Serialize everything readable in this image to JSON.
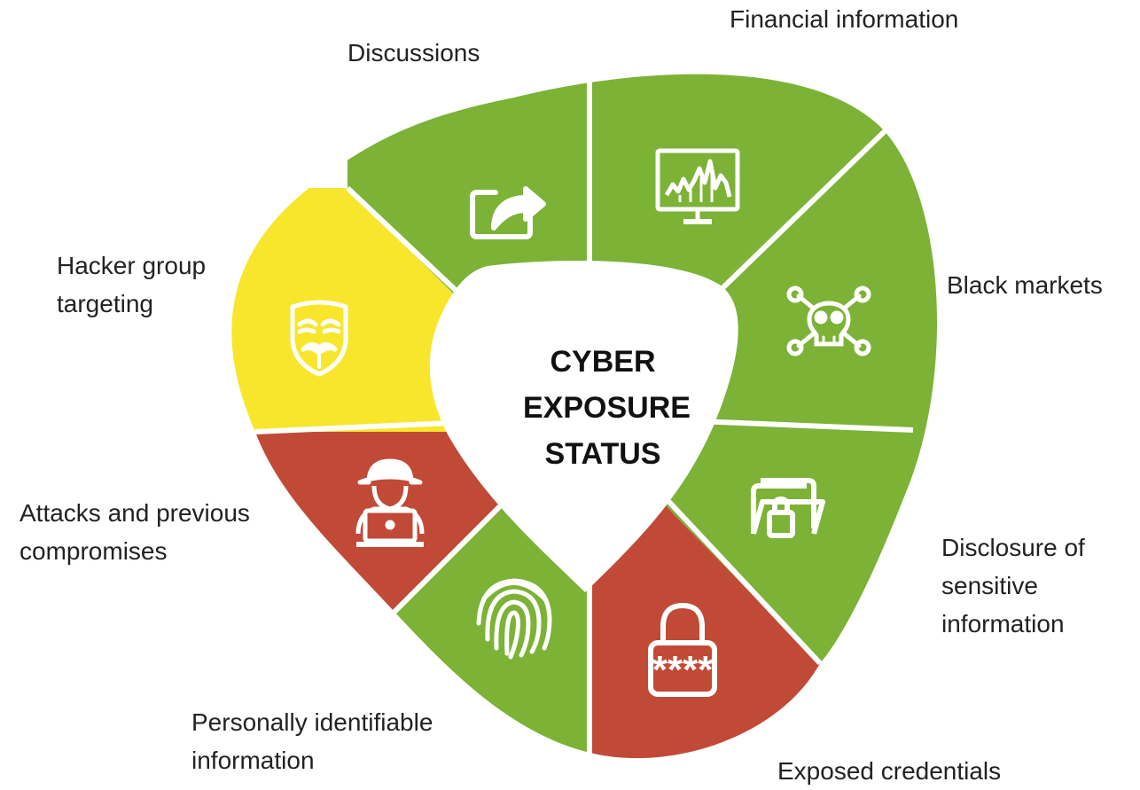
{
  "center": {
    "title": "CYBER\nEXPOSURE\nSTATUS"
  },
  "colors": {
    "green": "#7cb236",
    "yellow": "#f7e62b",
    "red": "#c14a37",
    "background": "#ffffff"
  },
  "segments": [
    {
      "label": "Discussions",
      "status": "green",
      "icon": "share-icon"
    },
    {
      "label": "Financial information",
      "status": "green",
      "icon": "monitor-chart-icon"
    },
    {
      "label": "Black markets",
      "status": "green",
      "icon": "skull-crossbones-icon"
    },
    {
      "label": "Disclosure of\nsensitive\ninformation",
      "status": "green",
      "icon": "folder-lock-icon"
    },
    {
      "label": "Exposed credentials",
      "status": "red",
      "icon": "padlock-password-icon"
    },
    {
      "label": "Personally identifiable\ninformation",
      "status": "green",
      "icon": "fingerprint-icon"
    },
    {
      "label": "Attacks and previous\ncompromises",
      "status": "red",
      "icon": "hacker-laptop-icon"
    },
    {
      "label": "Hacker group\ntargeting",
      "status": "yellow",
      "icon": "anonymous-mask-icon"
    }
  ]
}
